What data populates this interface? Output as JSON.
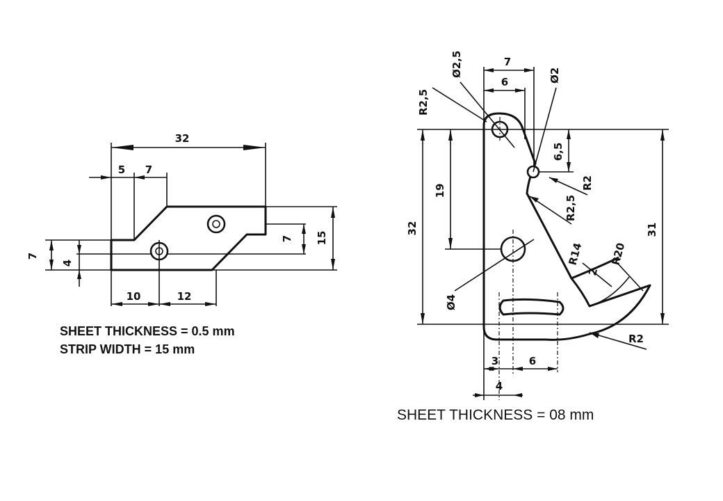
{
  "left_drawing": {
    "dims": {
      "overall_length": "32",
      "offset_a": "5",
      "offset_b": "7",
      "hole_a_pos": "10",
      "hole_pitch": "12",
      "height_left_outer": "7",
      "height_left_inner": "4",
      "height_right_inner": "7",
      "strip_height": "15"
    },
    "notes": {
      "thickness": "SHEET THICKNESS = 0.5 mm",
      "width": "STRIP WIDTH = 15 mm"
    }
  },
  "right_drawing": {
    "dims": {
      "top_width_outer": "7",
      "top_width_inner": "6",
      "hole_top_dia": "Ø2,5",
      "hole_small_dia": "Ø2",
      "radius_top": "R2,5",
      "vertical_6_5": "6,5",
      "radius_r2_upper": "R2",
      "radius_r2_5": "R2,5",
      "height_19": "19",
      "height_32": "32",
      "height_31": "31",
      "radius_r14": "R14",
      "gap_2": "2",
      "radius_r20": "R20",
      "hole_large_dia": "Ø4",
      "radius_r2_lower": "R2",
      "bottom_3": "3",
      "bottom_6": "6",
      "bottom_4": "4"
    },
    "notes": {
      "thickness": "SHEET THICKNESS = 08 mm"
    }
  }
}
